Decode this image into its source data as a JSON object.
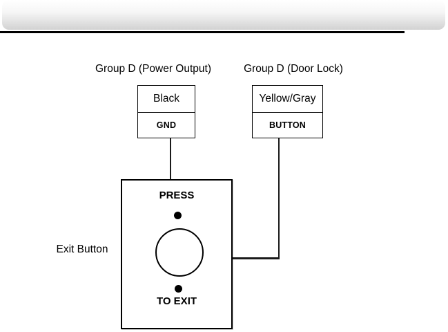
{
  "header": {
    "bar_gradient_top": "#ffffff",
    "bar_gradient_bottom": "#d2d2d2",
    "rule_color": "#000000"
  },
  "diagram": {
    "line_color": "#000000",
    "background": "#ffffff",
    "connectors": [
      {
        "group_label": "Group D (Power Output)",
        "wire_color_label": "Black",
        "terminal_label": "GND"
      },
      {
        "group_label": "Group D (Door Lock)",
        "wire_color_label": "Yellow/Gray",
        "terminal_label": "BUTTON"
      }
    ],
    "exit_button": {
      "caption": "Exit Button",
      "press_label": "PRESS",
      "to_exit_label": "TO EXIT"
    }
  }
}
